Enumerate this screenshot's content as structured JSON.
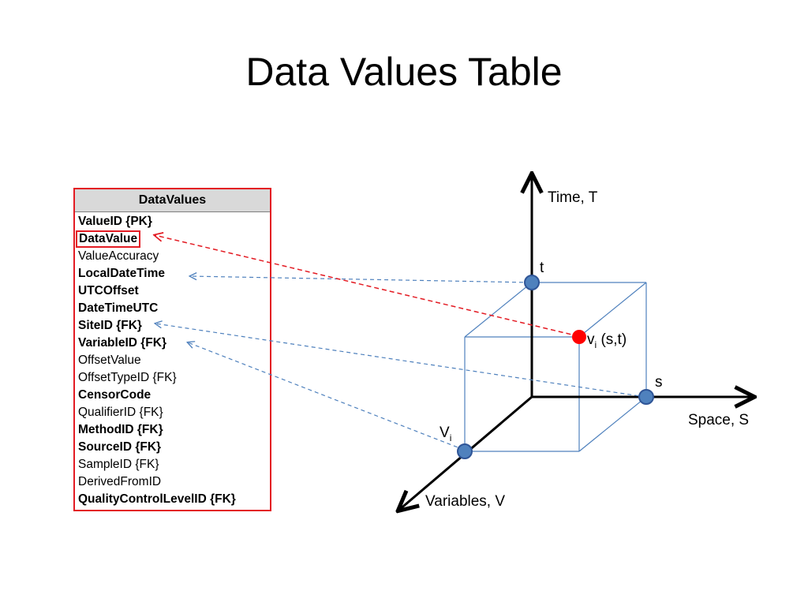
{
  "title": "Data Values Table",
  "table": {
    "header": "DataValues",
    "fields": [
      {
        "name": "ValueID {PK}",
        "bold": true
      },
      {
        "name": "DataValue",
        "bold": true,
        "highlight": true
      },
      {
        "name": "ValueAccuracy",
        "bold": false
      },
      {
        "name": "LocalDateTime",
        "bold": true
      },
      {
        "name": "UTCOffset",
        "bold": true
      },
      {
        "name": "DateTimeUTC",
        "bold": true
      },
      {
        "name": "SiteID {FK}",
        "bold": true
      },
      {
        "name": "VariableID {FK}",
        "bold": true
      },
      {
        "name": "OffsetValue",
        "bold": false
      },
      {
        "name": "OffsetTypeID {FK}",
        "bold": false
      },
      {
        "name": "CensorCode",
        "bold": true
      },
      {
        "name": "QualifierID {FK}",
        "bold": false
      },
      {
        "name": "MethodID {FK}",
        "bold": true
      },
      {
        "name": "SourceID {FK}",
        "bold": true
      },
      {
        "name": "SampleID {FK}",
        "bold": false
      },
      {
        "name": "DerivedFromID",
        "bold": false
      },
      {
        "name": "QualityControlLevelID {FK}",
        "bold": true
      }
    ]
  },
  "axes": {
    "time": "Time, T",
    "space": "Space, S",
    "variables": "Variables, V"
  },
  "points": {
    "t": "t",
    "s": "s",
    "v_base": "V",
    "v_sub": "i",
    "value_base": "v",
    "value_sub": "i",
    "value_args": " (s,t)"
  },
  "colors": {
    "highlight": "#e31b23",
    "connector": "#4f81bd",
    "point": "#4f81bd",
    "value_point": "#ff0000"
  }
}
